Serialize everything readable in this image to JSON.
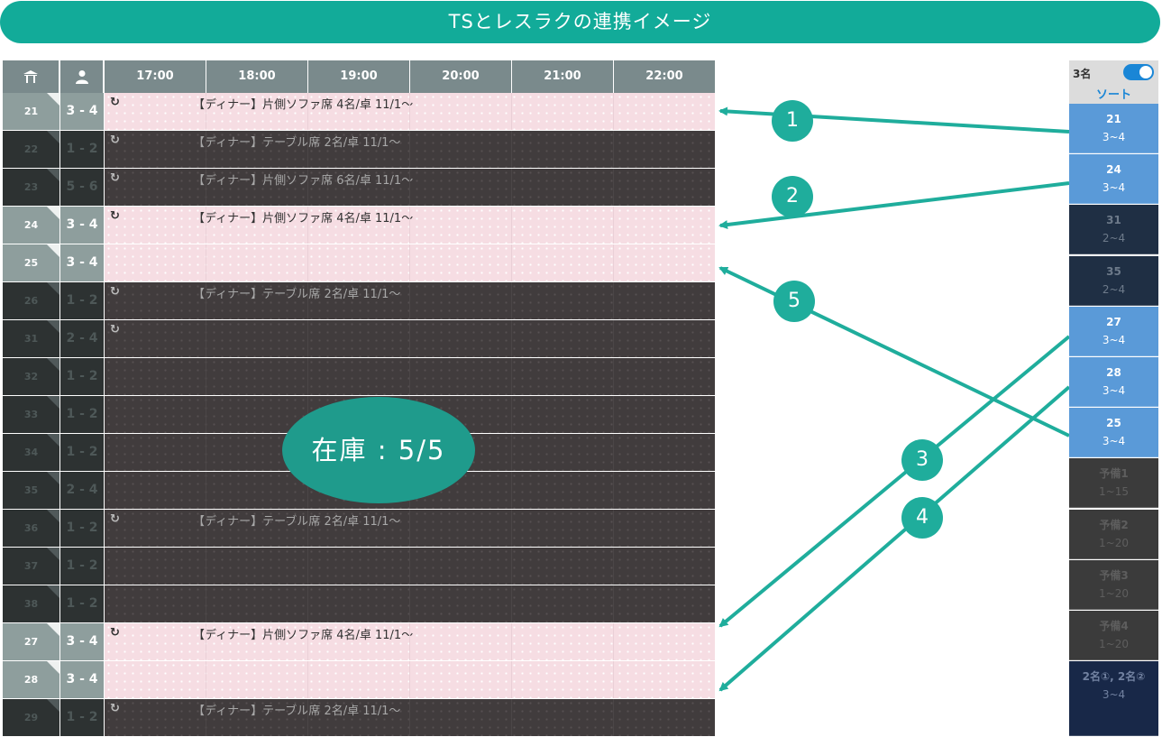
{
  "title": "TSとレスラクの連携イメージ",
  "header": {
    "table_icon": "table-icon",
    "person_icon": "person-icon",
    "times": [
      "17:00",
      "18:00",
      "19:00",
      "20:00",
      "21:00",
      "22:00"
    ]
  },
  "rows": [
    {
      "table": "21",
      "seats": "3 - 4",
      "style": "light",
      "label": "【ディナー】片側ソファ席 4名/卓 11/1〜",
      "refresh": true
    },
    {
      "table": "22",
      "seats": "1 - 2",
      "style": "dark",
      "label": "【ディナー】テーブル席 2名/卓 11/1〜",
      "refresh": true
    },
    {
      "table": "23",
      "seats": "5 - 6",
      "style": "dark",
      "label": "【ディナー】片側ソファ席 6名/卓 11/1〜",
      "refresh": true
    },
    {
      "table": "24",
      "seats": "3 - 4",
      "style": "light",
      "label": "【ディナー】片側ソファ席 4名/卓 11/1〜",
      "refresh": true
    },
    {
      "table": "25",
      "seats": "3 - 4",
      "style": "light",
      "label": "",
      "refresh": false
    },
    {
      "table": "26",
      "seats": "1 - 2",
      "style": "dark",
      "label": "【ディナー】テーブル席 2名/卓 11/1〜",
      "refresh": true
    },
    {
      "table": "31",
      "seats": "2 - 4",
      "style": "dark",
      "label": "",
      "refresh": true
    },
    {
      "table": "32",
      "seats": "1 - 2",
      "style": "dark",
      "label": "",
      "refresh": false
    },
    {
      "table": "33",
      "seats": "1 - 2",
      "style": "dark",
      "label": "",
      "refresh": false
    },
    {
      "table": "34",
      "seats": "1 - 2",
      "style": "dark",
      "label": "",
      "refresh": false
    },
    {
      "table": "35",
      "seats": "2 - 4",
      "style": "dark",
      "label": "",
      "refresh": false
    },
    {
      "table": "36",
      "seats": "1 - 2",
      "style": "dark",
      "label": "【ディナー】テーブル席 2名/卓 11/1〜",
      "refresh": true
    },
    {
      "table": "37",
      "seats": "1 - 2",
      "style": "dark",
      "label": "",
      "refresh": false
    },
    {
      "table": "38",
      "seats": "1 - 2",
      "style": "dark",
      "label": "",
      "refresh": false
    },
    {
      "table": "27",
      "seats": "3 - 4",
      "style": "light",
      "label": "【ディナー】片側ソファ席 4名/卓 11/1〜",
      "refresh": true
    },
    {
      "table": "28",
      "seats": "3 - 4",
      "style": "light",
      "label": "",
      "refresh": false
    },
    {
      "table": "29",
      "seats": "1 - 2",
      "style": "dark",
      "label": "【ディナー】テーブル席 2名/卓 11/1〜",
      "refresh": true
    }
  ],
  "inventory_label": "在庫 : 5/5",
  "badges": [
    "1",
    "2",
    "5",
    "3",
    "4"
  ],
  "panel": {
    "count": "3名",
    "sort_label": "ソート",
    "items": [
      {
        "name": "21",
        "range": "3~4",
        "style": "blue"
      },
      {
        "name": "24",
        "range": "3~4",
        "style": "blue"
      },
      {
        "name": "31",
        "range": "2~4",
        "style": "navy"
      },
      {
        "name": "35",
        "range": "2~4",
        "style": "navy"
      },
      {
        "name": "27",
        "range": "3~4",
        "style": "blue"
      },
      {
        "name": "28",
        "range": "3~4",
        "style": "blue"
      },
      {
        "name": "25",
        "range": "3~4",
        "style": "blue"
      },
      {
        "name": "予備1",
        "range": "1~15",
        "style": "gray"
      },
      {
        "name": "予備2",
        "range": "1~20",
        "style": "gray"
      },
      {
        "name": "予備3",
        "range": "1~20",
        "style": "gray"
      },
      {
        "name": "予備4",
        "range": "1~20",
        "style": "gray"
      },
      {
        "name": "2名①, 2名②",
        "range": "3~4",
        "style": "darkblue"
      }
    ]
  },
  "colors": {
    "accent": "#12ab99",
    "reserved": "#f6dde3",
    "inactive": "#413c3d",
    "panel_blue": "#5a9ad8"
  }
}
